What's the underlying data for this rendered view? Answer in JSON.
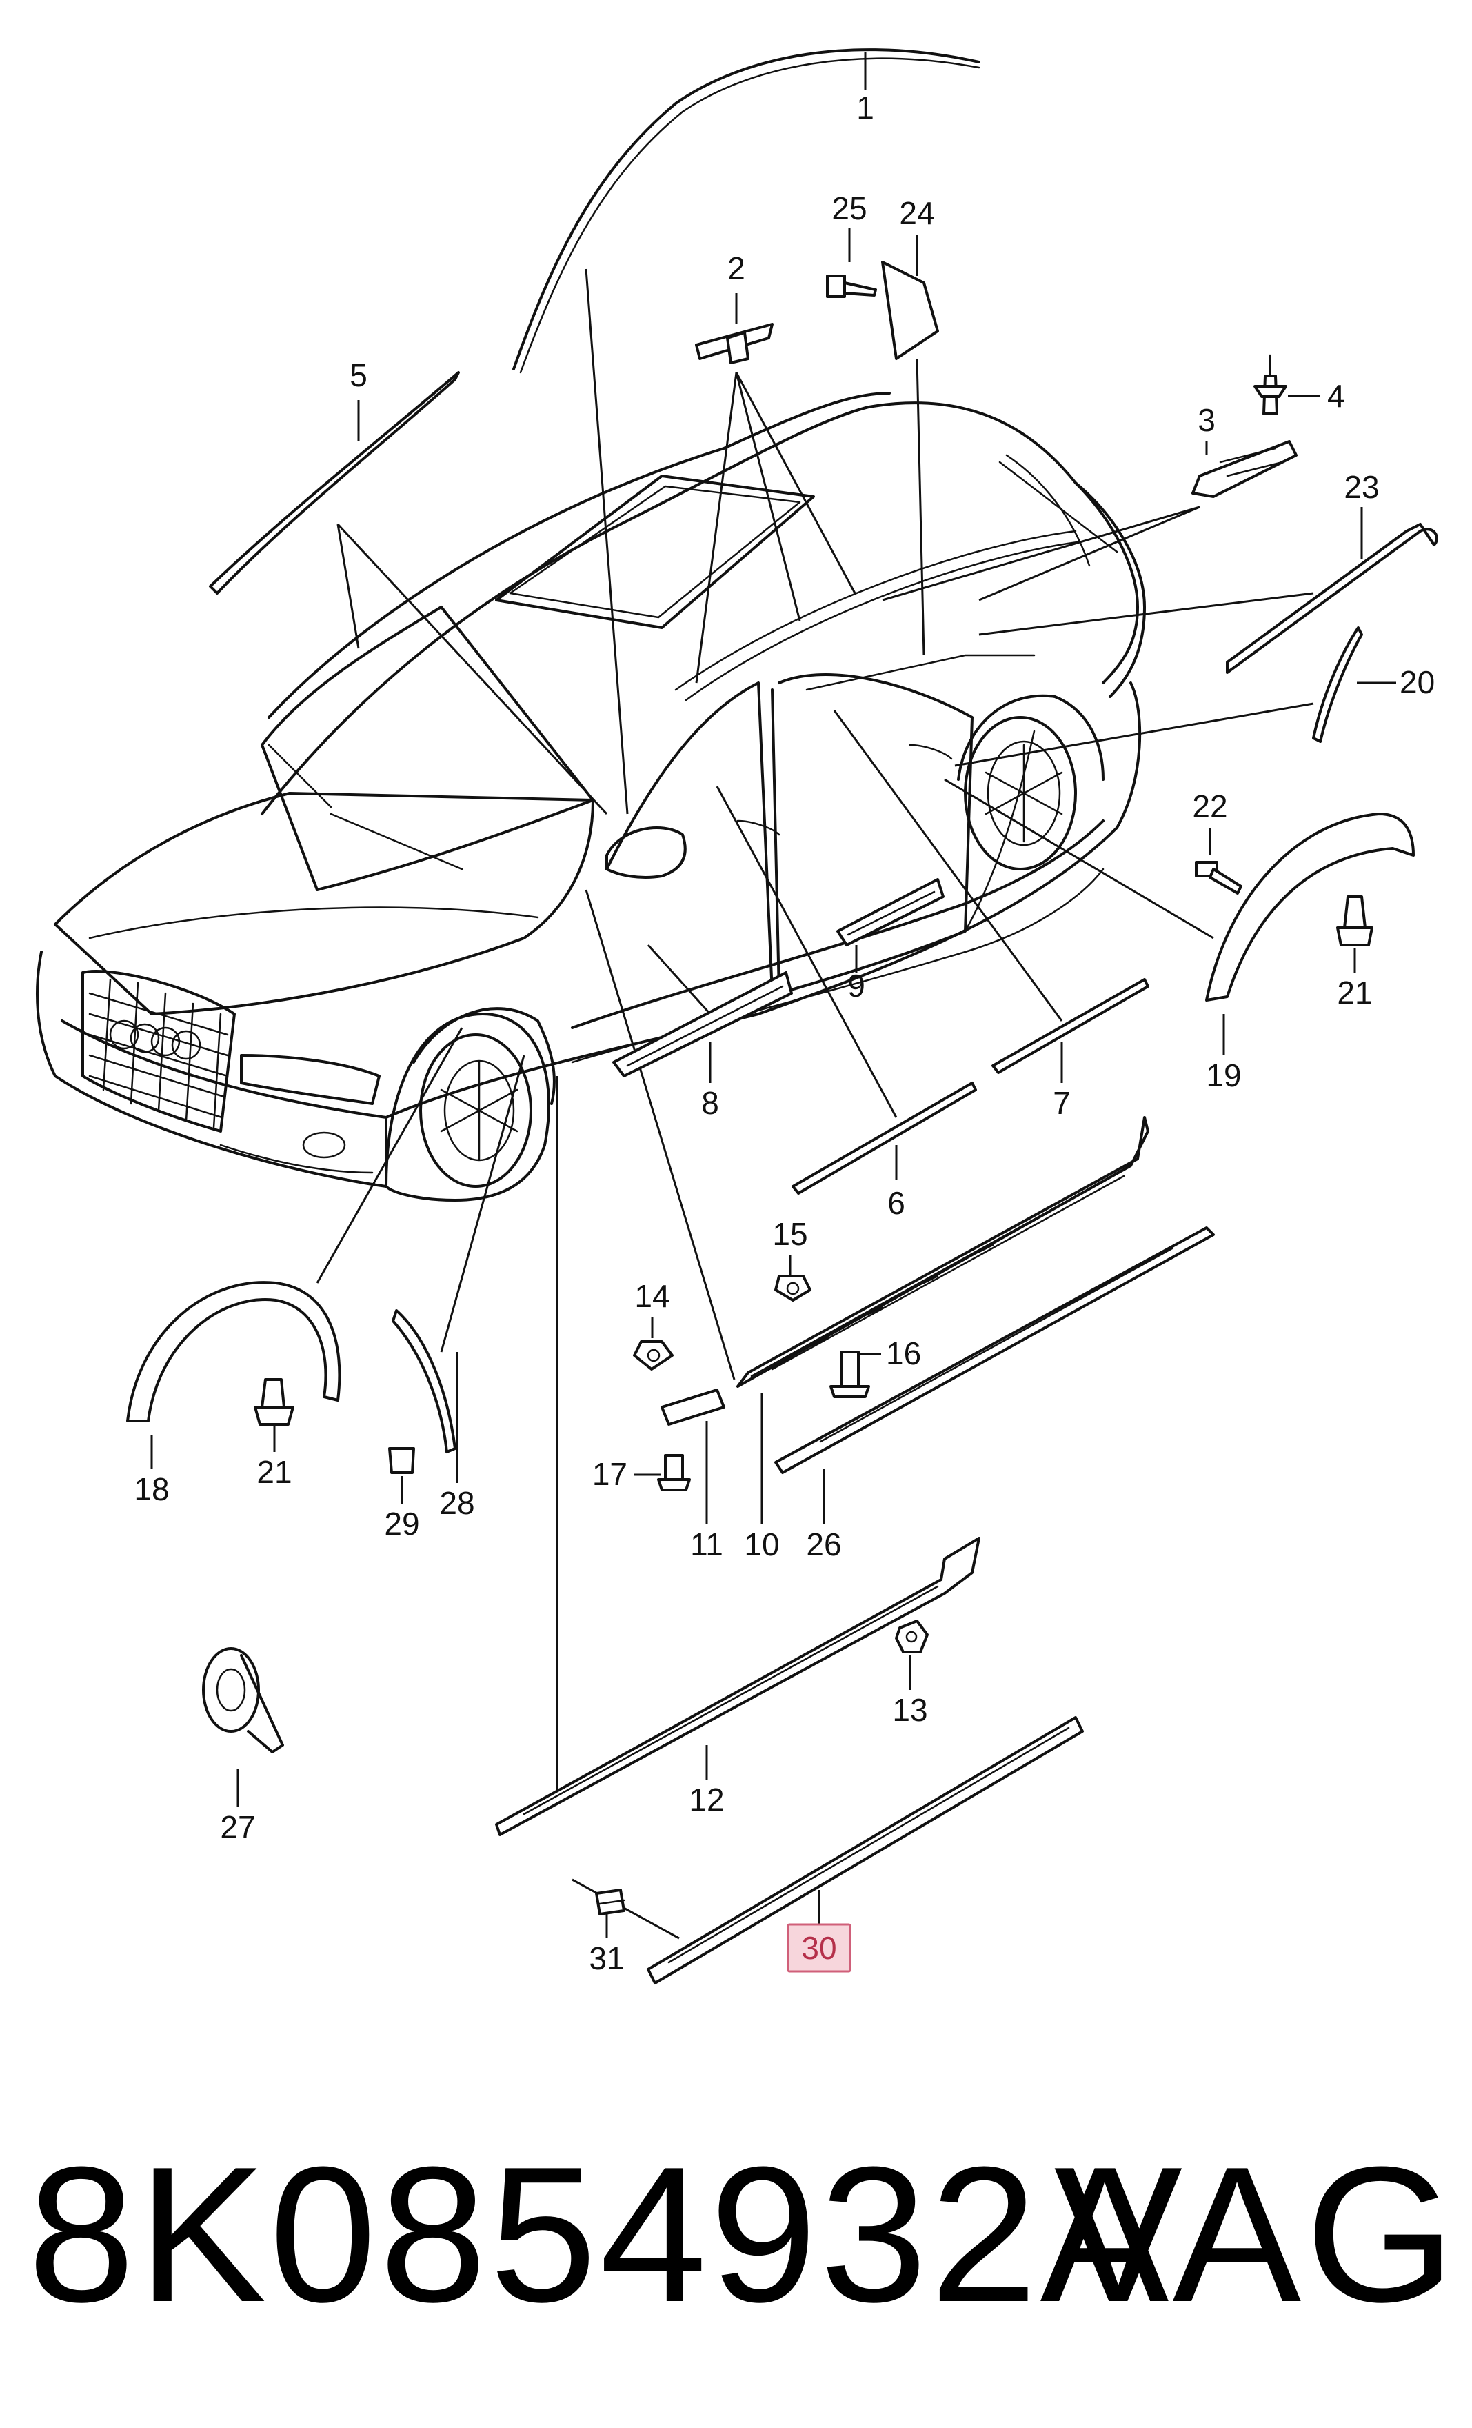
{
  "diagram": {
    "callouts": {
      "c1": "1",
      "c2": "2",
      "c3": "3",
      "c4": "4",
      "c5": "5",
      "c6": "6",
      "c7": "7",
      "c8": "8",
      "c9": "9",
      "c10": "10",
      "c11": "11",
      "c12": "12",
      "c13": "13",
      "c14": "14",
      "c15": "15",
      "c16": "16",
      "c17": "17",
      "c18": "18",
      "c19": "19",
      "c20": "20",
      "c21a": "21",
      "c21b": "21",
      "c22": "22",
      "c23": "23",
      "c24": "24",
      "c25": "25",
      "c26": "26",
      "c27": "27",
      "c28": "28",
      "c29": "29",
      "c30": "30",
      "c31": "31"
    },
    "highlighted_callout": "30",
    "highlight_color": "#f7d6dc",
    "highlight_border": "#d0607a"
  },
  "footer": {
    "part_number": "8K0854932A",
    "brand": "VAG"
  }
}
